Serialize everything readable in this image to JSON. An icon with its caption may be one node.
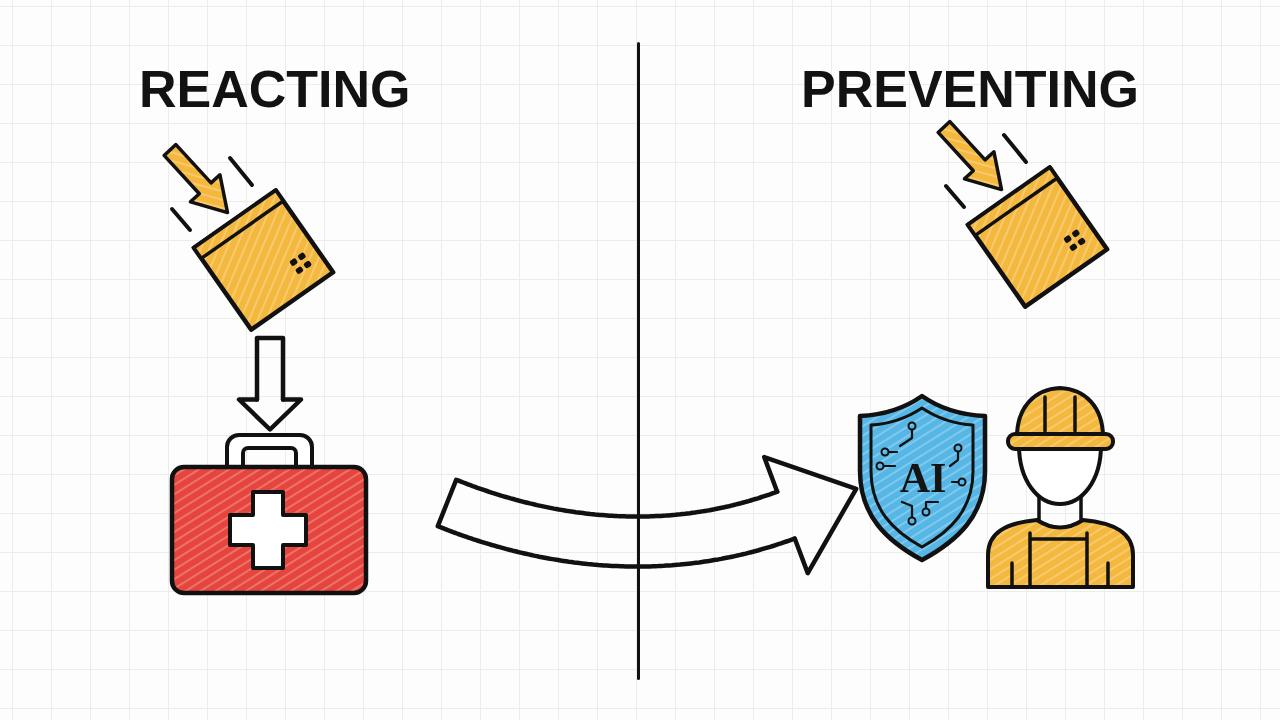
{
  "diagram": {
    "nodes": [
      {
        "text": [],
        "shape": "picture"
      },
      {
        "text": [],
        "shape": "picture"
      },
      {
        "text": [],
        "shape": "picture"
      },
      {
        "text": [
          "AI"
        ]
      },
      {
        "text": [],
        "shape": "picture"
      }
    ],
    "edges": [
      {
        "from": 0,
        "to": 1,
        "arrow": "to"
      },
      {
        "from": null,
        "to": 3,
        "arrow": "to"
      }
    ],
    "labels": [
      "REACTING",
      "PREVENTING"
    ]
  }
}
